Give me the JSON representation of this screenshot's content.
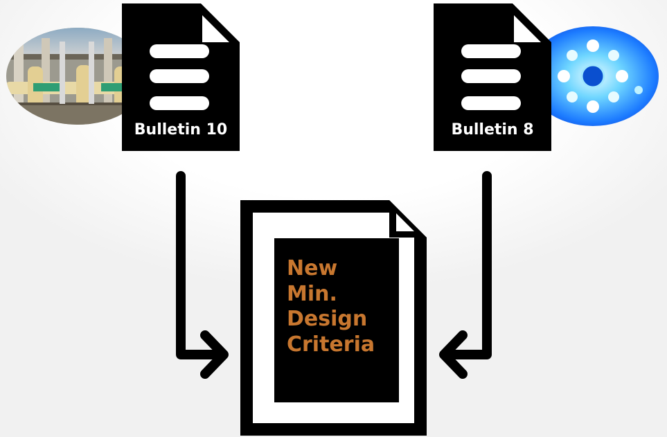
{
  "documents": {
    "left": {
      "label": "Bulletin 10",
      "photo_icon": "pipe-gallery-photo"
    },
    "right": {
      "label": "Bulletin 8",
      "photo_icon": "uv-lamp-photo"
    }
  },
  "result_document": {
    "title_lines": [
      "New",
      "Min.",
      "Design",
      "Criteria"
    ],
    "title_color": "#c8772f"
  },
  "colors": {
    "ink": "#000000",
    "paper": "#ffffff",
    "accent": "#c8772f"
  }
}
